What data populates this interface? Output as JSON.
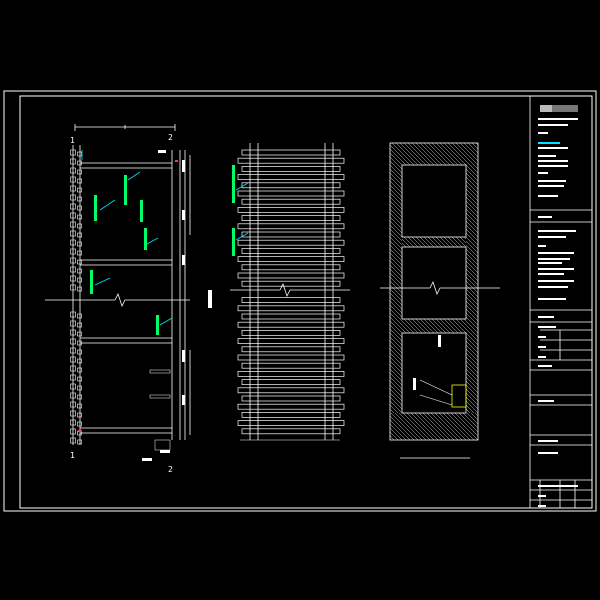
{
  "drawing": {
    "background": "#000000",
    "line_color": "#ffffff",
    "accent_cyan": "#00e5ff",
    "accent_green": "#00ff66",
    "accent_yellow": "#ffff00",
    "accent_red": "#ff3b3b"
  },
  "dimensions": {
    "top_a": "1",
    "top_b": "2",
    "bottom_a": "1",
    "bottom_b": "2"
  }
}
